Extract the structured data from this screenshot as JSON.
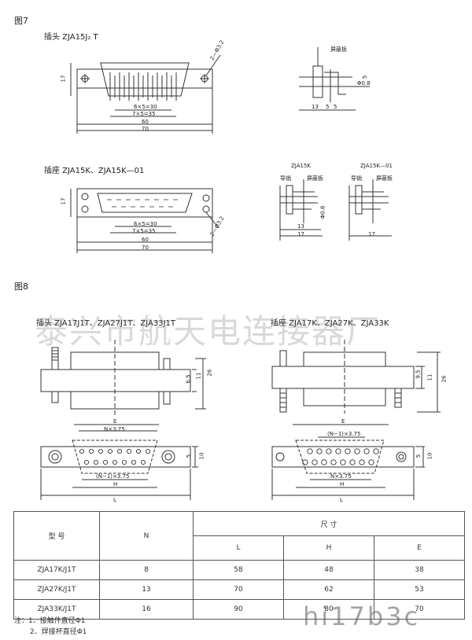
{
  "fig7": {
    "title": "图7",
    "plug_label": "插头  ZJA15J₂ T",
    "socket_label": "插座  ZJA15K、ZJA15K—01",
    "side_label_zja15k": "ZJA15K",
    "side_label_zja15k01": "ZJA15K—01",
    "shield_label": "屏蔽板",
    "guide_label": "导销",
    "plug_dims": {
      "height": "17",
      "pitch6": "6×5=30",
      "pitch7": "7×5=35",
      "w60": "60",
      "w70": "70",
      "hole": "2—Φ3.2"
    },
    "socket_dims": {
      "height": "17",
      "pitch6": "6×5=30",
      "pitch7": "7×5=35",
      "w60": "60",
      "w70": "70",
      "hole": "2—Φ3.2"
    },
    "plug_side_dims": {
      "d13": "13",
      "d5a": "5",
      "d5b": "5",
      "phi": "Φ0.8",
      "h5": "5"
    },
    "socket_side_dims": {
      "phi": "Φ0.8",
      "w13": "13",
      "w17a": "17",
      "w17b": "17"
    }
  },
  "fig8": {
    "title": "图8",
    "plug_label": "插头  ZJA17J1T、ZJA27J1T、ZJA33J1T",
    "socket_label": "插座  ZJA17K、ZJA27K、ZJA33K",
    "left_dims": {
      "d26": "26",
      "d11": "11",
      "d65": "6.5",
      "E": "E",
      "N": "N×3.75",
      "N1": "(N−1)×3.75",
      "H": "H",
      "L": "L",
      "d10": "10",
      "d5": "5"
    },
    "right_dims": {
      "d26": "26",
      "d11": "11",
      "d95": "9.5",
      "E": "E",
      "N1": "(N−1)×3.75",
      "N": "N×3.75",
      "H": "H",
      "L": "L",
      "d10": "10",
      "d5": "5"
    }
  },
  "watermark": "泰兴市航天电连接器厂",
  "watermark_bottom": "hi17b3c",
  "table": {
    "col_model": "型  号",
    "col_n": "N",
    "col_size": "尺  寸",
    "col_L": "L",
    "col_H": "H",
    "col_E": "E",
    "rows": [
      {
        "model": "ZJA17K/J1T",
        "n": "8",
        "L": "58",
        "H": "48",
        "E": "38"
      },
      {
        "model": "ZJA27K/J1T",
        "n": "13",
        "L": "70",
        "H": "62",
        "E": "53"
      },
      {
        "model": "ZJA33K/J1T",
        "n": "16",
        "L": "90",
        "H": "80",
        "E": "70"
      }
    ]
  },
  "notes": {
    "line1": "注：1、接触件直径Φ1",
    "line2": "2、焊接杯直径Φ1"
  }
}
